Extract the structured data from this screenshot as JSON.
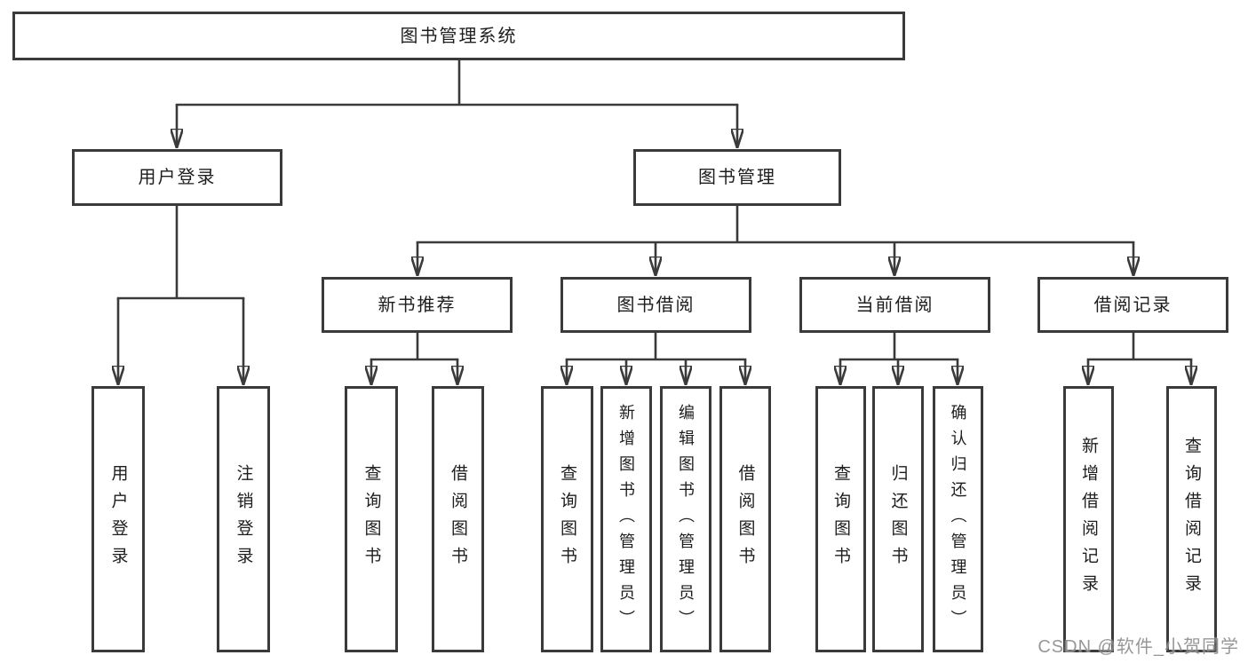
{
  "tree": {
    "root": {
      "label": "图书管理系统"
    },
    "children": [
      {
        "label": "用户登录",
        "leaves": [
          {
            "label": "用户登录"
          },
          {
            "label": "注销登录"
          }
        ]
      },
      {
        "label": "图书管理",
        "children": [
          {
            "label": "新书推荐",
            "leaves": [
              {
                "label": "查询图书"
              },
              {
                "label": "借阅图书"
              }
            ]
          },
          {
            "label": "图书借阅",
            "leaves": [
              {
                "label": "查询图书"
              },
              {
                "label": "新增图书（管理员）"
              },
              {
                "label": "编辑图书（管理员）"
              },
              {
                "label": "借阅图书"
              }
            ]
          },
          {
            "label": "当前借阅",
            "leaves": [
              {
                "label": "查询图书"
              },
              {
                "label": "归还图书"
              },
              {
                "label": "确认归还（管理员）"
              }
            ]
          },
          {
            "label": "借阅记录",
            "leaves": [
              {
                "label": "新增借阅记录"
              },
              {
                "label": "查询借阅记录"
              }
            ]
          }
        ]
      }
    ]
  },
  "watermark": {
    "text": "CSDN @软件_小贺同学"
  },
  "colors": {
    "line": "#3a3a3a",
    "box_border": "#3a3a3a",
    "box_fill": "#ffffff",
    "text": "#1d1d1d",
    "watermark": "#808080"
  }
}
